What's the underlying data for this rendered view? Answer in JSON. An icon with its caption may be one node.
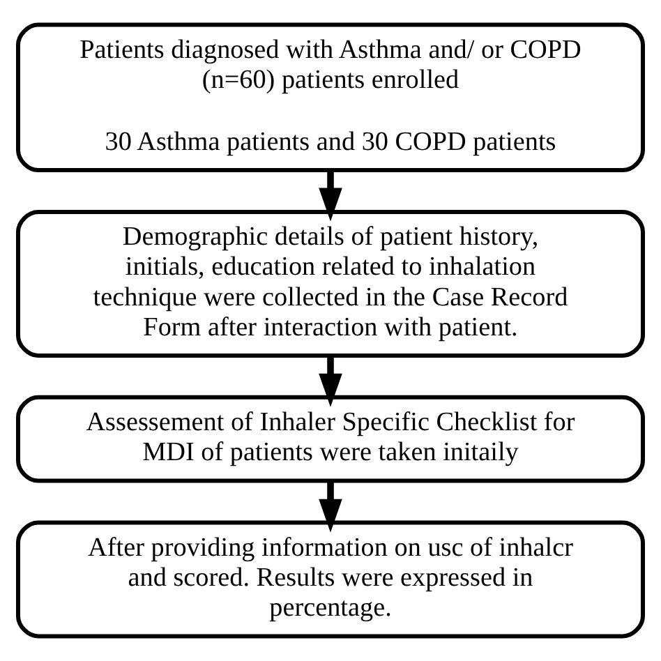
{
  "diagram": {
    "nodes": [
      {
        "text": [
          "Patients diagnosed with Asthma and/ or COPD (n=60) patients enrolled",
          "30 Asthma patients and 30 COPD patients"
        ]
      },
      {
        "text": [
          "Demographic details of patient history, initials, education related to inhalation technique were collected in the Case Record Form after interaction with patient."
        ]
      },
      {
        "text": [
          "Assessement of Inhaler Specific Checklist for MDI of patients were taken initaily"
        ]
      },
      {
        "text": [
          "After providing information on usc of inhalcr and scored. Results were expressed in percentage."
        ]
      }
    ],
    "edges": [
      {
        "from": 0,
        "to": 1,
        "arrow": "to"
      },
      {
        "from": 1,
        "to": 2,
        "arrow": "to"
      },
      {
        "from": 2,
        "to": 3,
        "arrow": "to"
      }
    ]
  }
}
